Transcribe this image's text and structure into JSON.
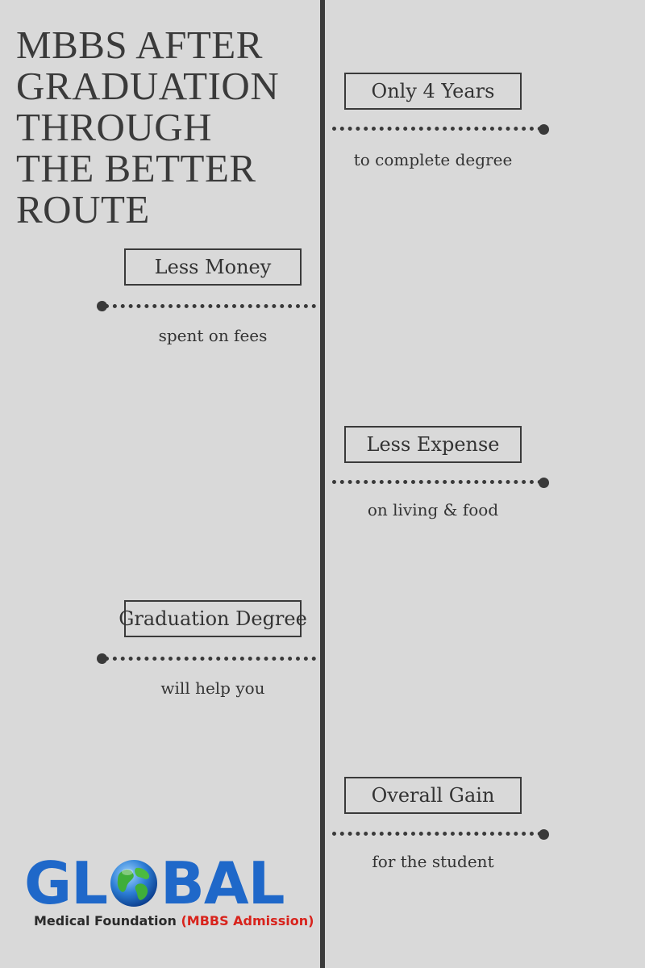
{
  "title": "MBBS AFTER\nGRADUATION\nTHROUGH\nTHE BETTER\nROUTE",
  "timeline": [
    {
      "label": "Only 4 Years",
      "caption": "to complete degree"
    },
    {
      "label": "Less Money",
      "caption": "spent on fees"
    },
    {
      "label": "Less Expense",
      "caption": "on living & food"
    },
    {
      "label": "Graduation Degree",
      "caption": "will help you"
    },
    {
      "label": "Overall Gain",
      "caption": "for the student"
    }
  ],
  "logo": {
    "word_before": "GL",
    "word_after": "BAL",
    "subtitle": "Medical Foundation",
    "subtitle_highlight": "(MBBS Admission)",
    "icon": "globe-icon"
  },
  "colors": {
    "background": "#d9d9d9",
    "ink": "#3a3a3a",
    "logo_blue": "#1f68c9",
    "logo_red": "#d8231c"
  }
}
